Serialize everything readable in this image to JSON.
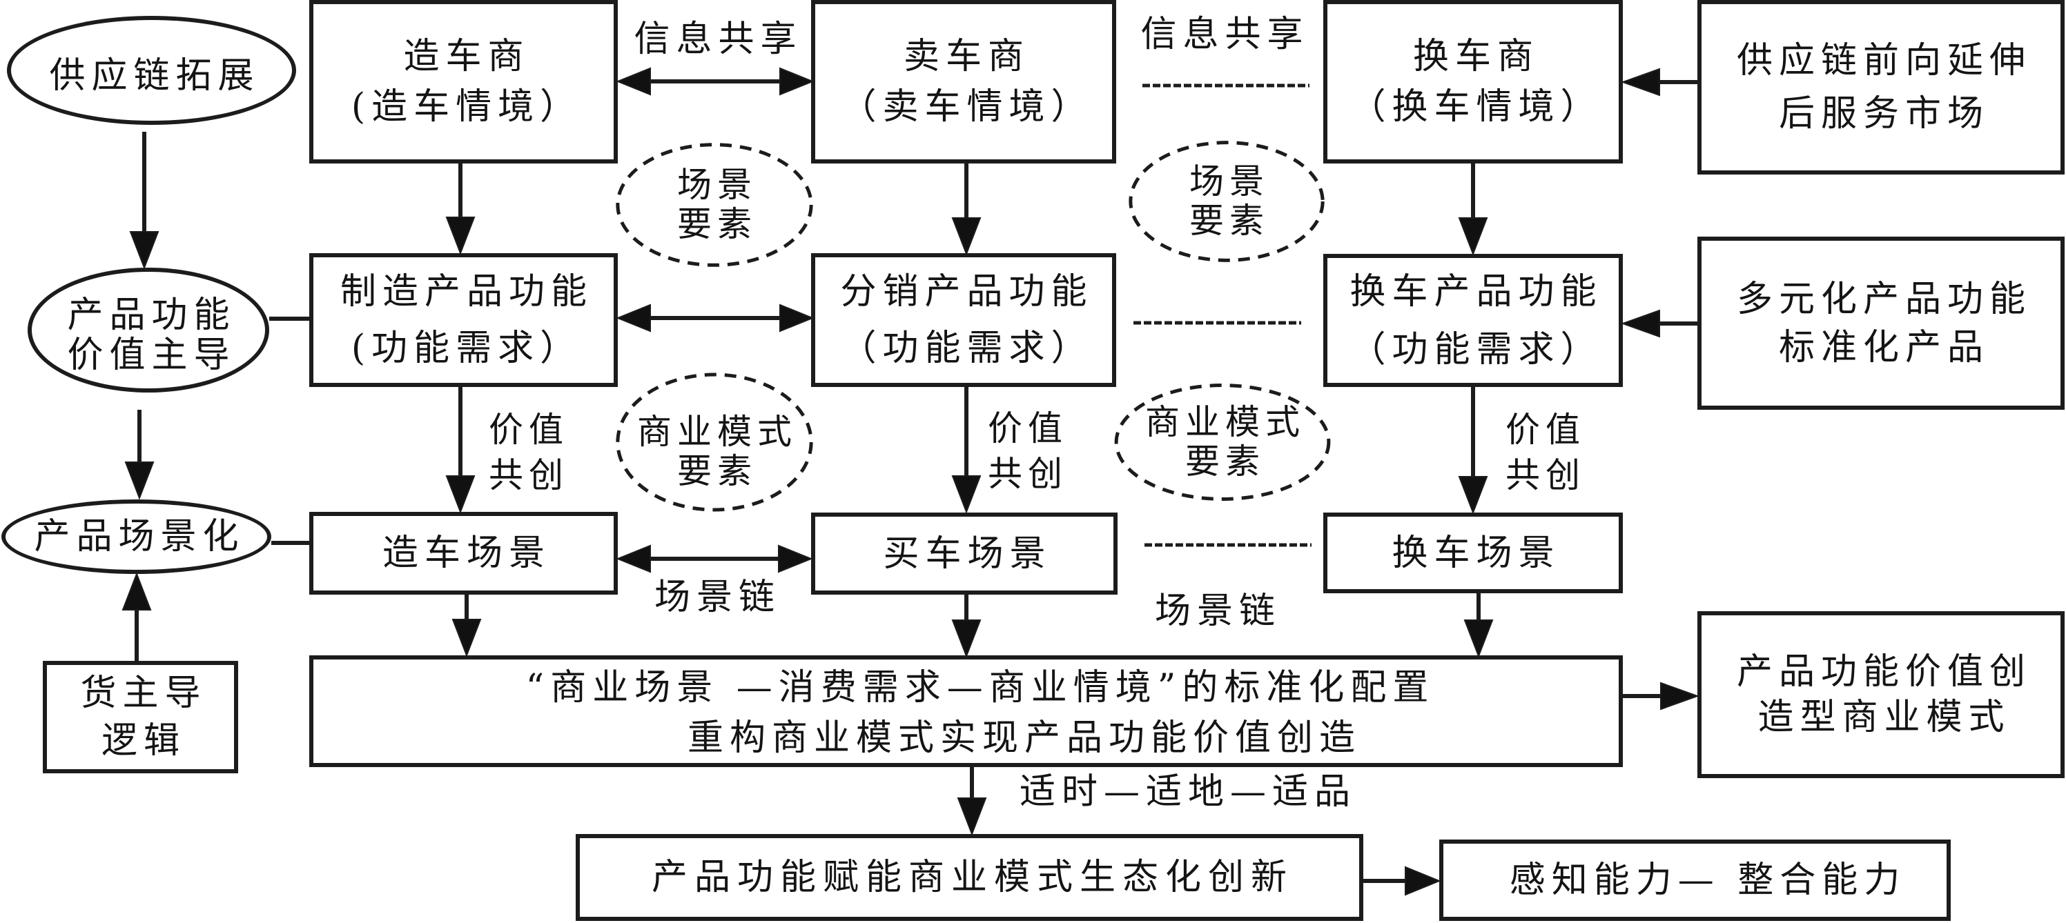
{
  "diagram": {
    "left": {
      "supply_chain_expansion": [
        "供应链拓展"
      ],
      "product_function_value_led": [
        "产品功能",
        "价值主导"
      ],
      "product_scenario": [
        "产品场景化"
      ],
      "goods_dominant_logic": [
        "货主导",
        "逻辑"
      ]
    },
    "columns": [
      {
        "actor": [
          "造车商",
          "(造车情境）"
        ],
        "function": [
          "制造产品功能",
          "(功能需求）"
        ],
        "co_creation": [
          "价值",
          "共创"
        ],
        "scene": "造车场景"
      },
      {
        "actor": [
          "卖车商",
          "（卖车情境）"
        ],
        "function": [
          "分销产品功能",
          "（功能需求）"
        ],
        "co_creation": [
          "价值",
          "共创"
        ],
        "scene": "买车场景"
      },
      {
        "actor": [
          "换车商",
          "（换车情境）"
        ],
        "function": [
          "换车产品功能",
          "（功能需求）"
        ],
        "co_creation": [
          "价值",
          "共创"
        ],
        "scene": "换车场景"
      }
    ],
    "links": [
      {
        "info_sharing": "信息共享",
        "scene_elements": [
          "场景",
          "要素"
        ],
        "business_model_elements": [
          "商业模式",
          "要素"
        ],
        "scene_chain": "场景链"
      },
      {
        "info_sharing": "信息共享",
        "scene_elements": [
          "场景",
          "要素"
        ],
        "business_model_elements": [
          "商业模式",
          "要素"
        ],
        "scene_chain": "场景链"
      }
    ],
    "right": {
      "aftermarket": [
        "供应链前向延伸",
        "后服务市场"
      ],
      "diversified_functions": [
        "多元化产品功能",
        "标准化产品"
      ],
      "value_creation_model": [
        "产品功能价值创",
        "造型商业模式"
      ]
    },
    "integration": [
      "“商业场景 —消费需求—商业情境”的标准化配置",
      "重构商业模式实现产品功能价值创造"
    ],
    "timing_label": "适时—适地—适品",
    "ecosystem_innovation": "产品功能赋能商业模式生态化创新",
    "capabilities": "感知能力— 整合能力"
  },
  "colors": {
    "stroke": "#1c1c1c",
    "text": "#141414",
    "background": "#ffffff"
  }
}
